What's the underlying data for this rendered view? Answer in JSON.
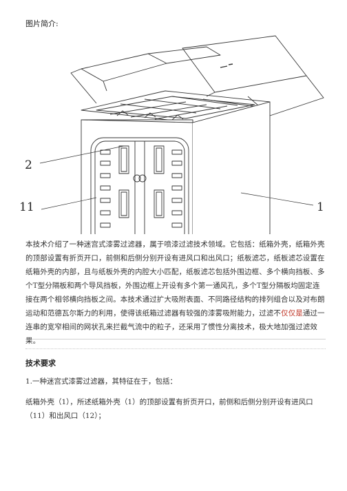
{
  "caption": "图片简介:",
  "figure": {
    "labels": {
      "a": "2",
      "b": "11",
      "c": "1"
    }
  },
  "abstract": {
    "before": "本技术介绍了一种迷宫式漆雾过滤器，属于喷漆过滤技术领域。它包括：纸箱外壳，纸箱外壳的顶部设置有折页开口，前侧和后侧分别开设有进风口和出风口；纸板滤芯，纸板滤芯设置在纸箱外壳的内部，且与纸板外壳的内腔大小匹配，纸板滤芯包括外围边框、多个横向挡板、多个T型分隔板和两个导风挡板，外围边框上开设有多个第一通风孔，多个T型分隔板均固定连接在两个相邻横向挡板之间。本技术通过扩大吸附表面、不同路径结构的排列组合以及对布朗运动和范德瓦尔斯力的利用，使得该纸箱过滤器有较强的漆雾吸附能力，过滤不",
    "highlight": "仅仅是",
    "after": "通过一连串的宽窄相间的网状孔来拦截气流中的粒子，还采用了惯性分离技术，极大地加强过滤效果。"
  },
  "requirements": {
    "title": "技术要求",
    "claim_intro": "1.一种迷宫式漆雾过滤器，其特征在于，包括：",
    "claim_body": "纸箱外壳（1），所述纸箱外壳（1）的顶部设置有折页开口，前侧和后侧分别开设有进风口（11）和出风口（12）；"
  }
}
